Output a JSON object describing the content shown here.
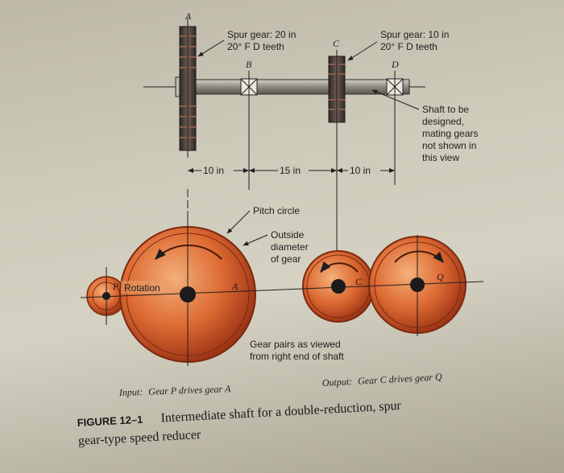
{
  "gear_labels": {
    "gear_a": "A",
    "bearing_b": "B",
    "gear_c": "C",
    "bearing_d": "D",
    "gear_p": "P",
    "gear_q": "Q"
  },
  "callouts": {
    "gear_a_spec_line1": "Spur gear: 20 in",
    "gear_a_spec_line2": "20° F D teeth",
    "gear_c_spec_line1": "Spur gear: 10 in",
    "gear_c_spec_line2": "20° F D teeth",
    "shaft_line1": "Shaft to be",
    "shaft_line2": "designed,",
    "shaft_line3": "mating gears",
    "shaft_line4": "not shown in",
    "shaft_line5": "this view",
    "pitch_circle": "Pitch circle",
    "outside_dia_line1": "Outside",
    "outside_dia_line2": "diameter",
    "outside_dia_line3": "of gear",
    "rotation": "Rotation",
    "view_line1": "Gear pairs as viewed",
    "view_line2": "from right end of shaft"
  },
  "dimensions": {
    "span_ab": "10 in",
    "span_bc": "15 in",
    "span_cd": "10 in"
  },
  "notes": {
    "input_prefix": "Input:",
    "input_text": "Gear P drives gear A",
    "output_prefix": "Output:",
    "output_text": "Gear C drives gear Q"
  },
  "figure": {
    "number": "FIGURE 12–1",
    "caption_line1": "Intermediate shaft for a double-reduction, spur",
    "caption_line2": "gear-type speed reducer"
  },
  "colors": {
    "gear_light": "#f1a869",
    "gear_mid": "#d7652f",
    "gear_dark": "#8a2c12",
    "shaft": "#9e9a90",
    "gear_tooth": "#5a4b45"
  }
}
